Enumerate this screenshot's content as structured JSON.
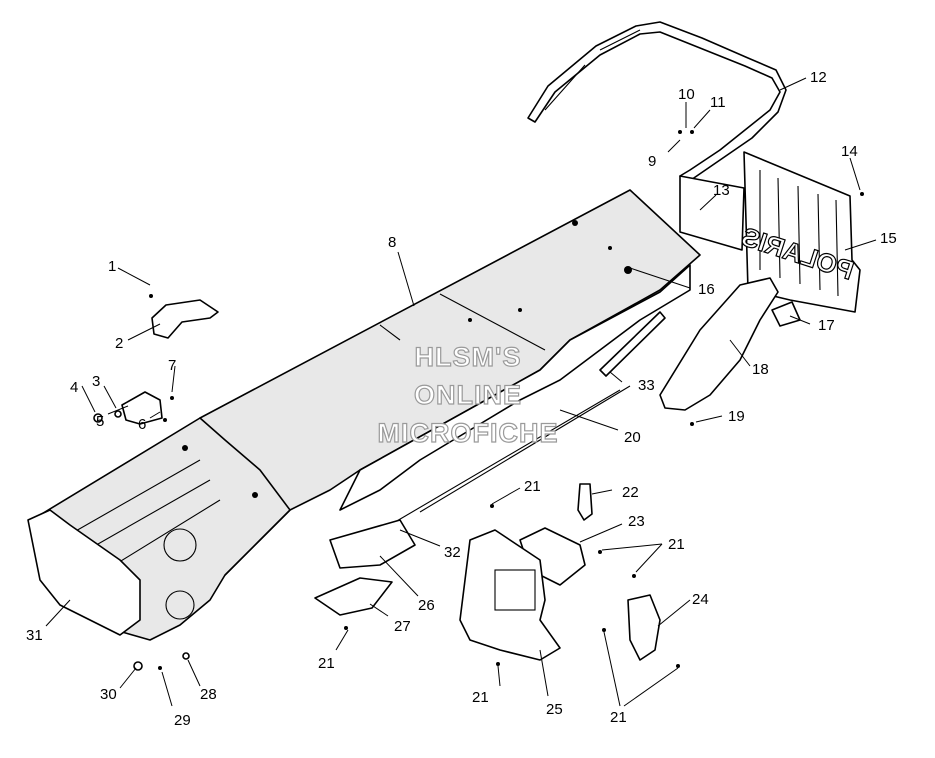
{
  "watermark": {
    "line1": "HLSM'S",
    "line2": "ONLINE",
    "line3": "MICROFICHE"
  },
  "seat_logo_text": "POLARIS",
  "callouts": [
    "1",
    "2",
    "3",
    "4",
    "5",
    "6",
    "7",
    "8",
    "9",
    "10",
    "11",
    "12",
    "13",
    "14",
    "15",
    "16",
    "17",
    "18",
    "19",
    "20",
    "21",
    "21",
    "21",
    "21",
    "21",
    "21",
    "22",
    "23",
    "24",
    "25",
    "26",
    "27",
    "28",
    "29",
    "30",
    "31",
    "32",
    "33"
  ]
}
